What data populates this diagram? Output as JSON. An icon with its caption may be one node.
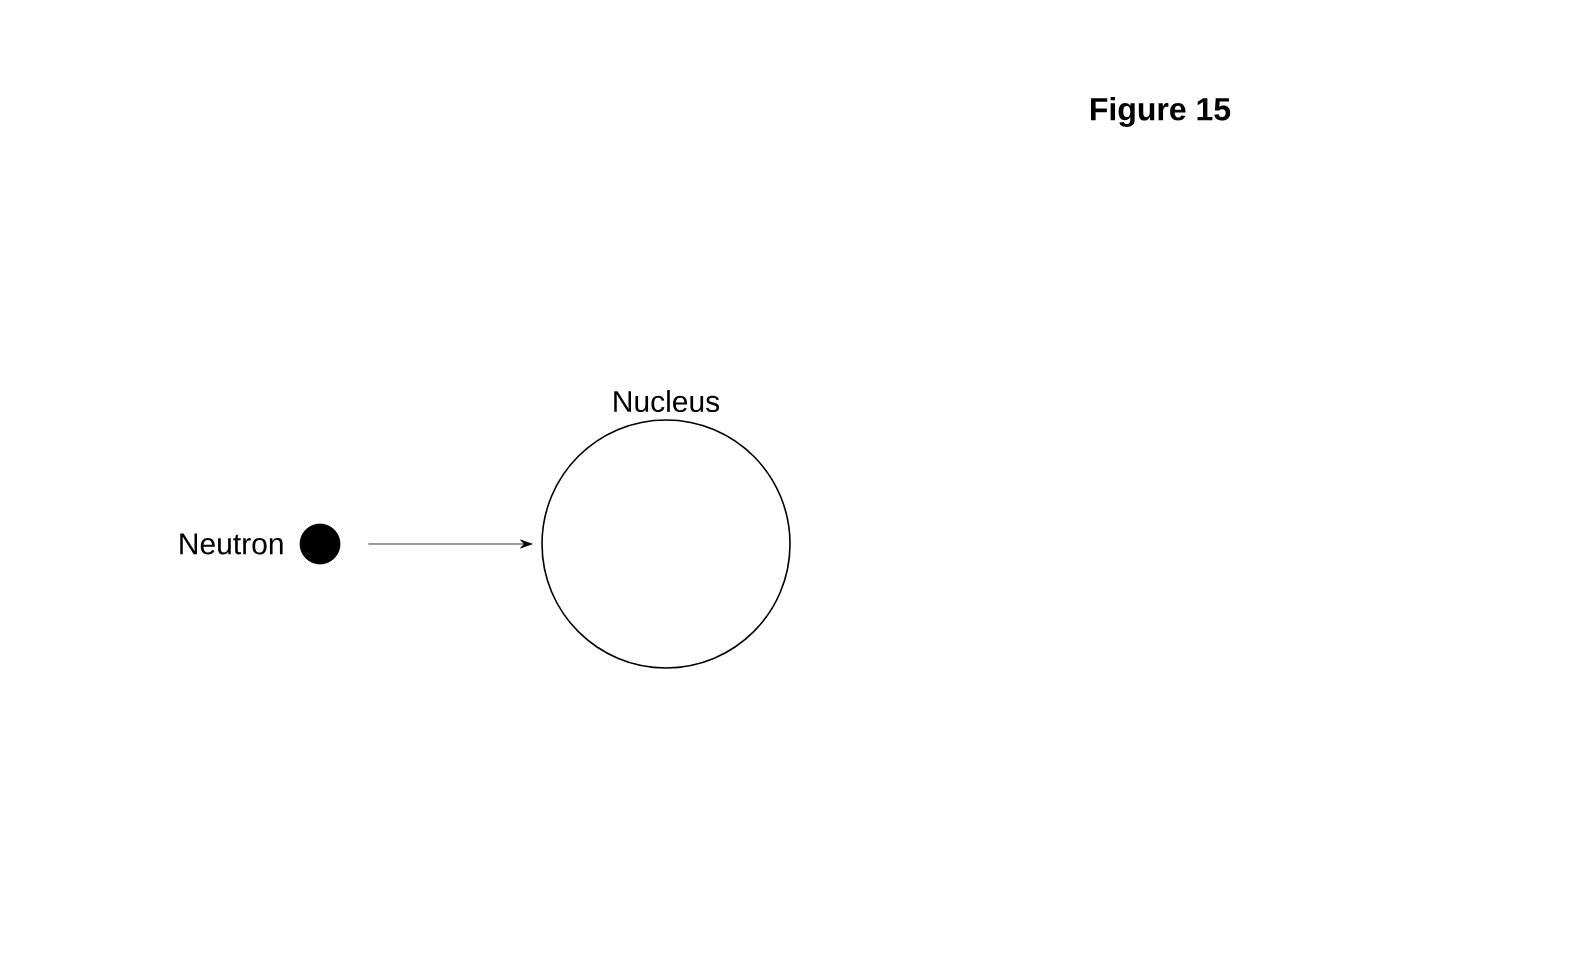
{
  "diagram": {
    "title": "Figure 15",
    "nodes": [
      {
        "text": [],
        "shape": "circle",
        "beside": [
          "Neutron"
        ]
      },
      {
        "text": [
          "Nucleus"
        ]
      }
    ],
    "edges": [
      {
        "from": 0,
        "to": 1,
        "arrow": "to"
      }
    ]
  }
}
